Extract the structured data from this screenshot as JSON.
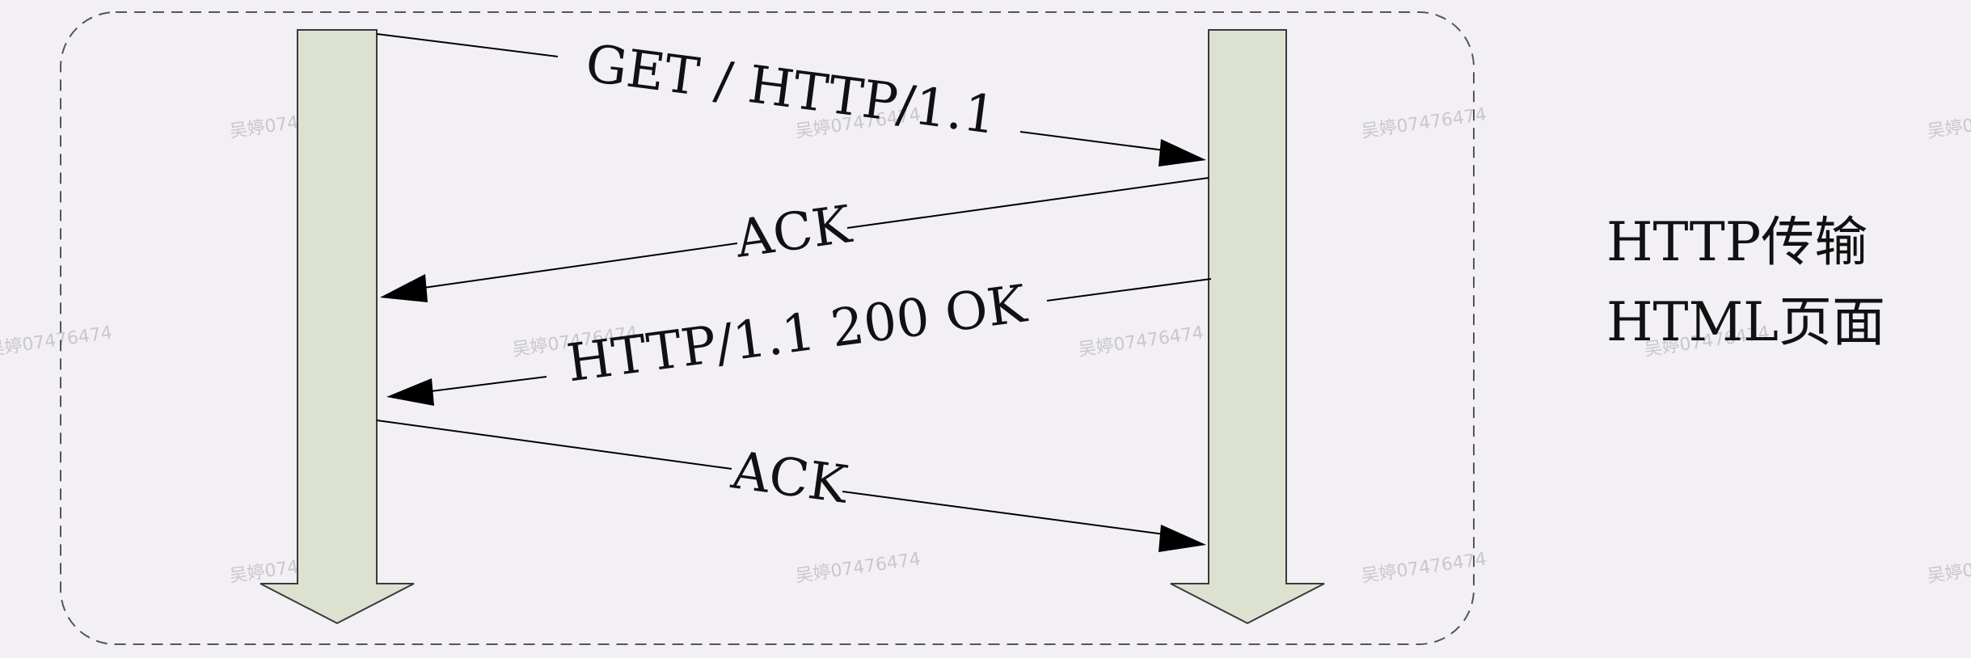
{
  "diagram": {
    "title_lines": [
      "HTTP传输",
      "HTML页面"
    ],
    "messages": [
      {
        "label": "GET / HTTP/1.1",
        "direction": "right"
      },
      {
        "label": "ACK",
        "direction": "left"
      },
      {
        "label": "HTTP/1.1 200 OK",
        "direction": "left"
      },
      {
        "label": "ACK",
        "direction": "right"
      }
    ],
    "watermark_text": "吴婷07476474",
    "colors": {
      "background": "#f2f0f5",
      "lifeline_fill": "#dde1d0",
      "lifeline_stroke": "#3a3a3a",
      "arrow": "#000000",
      "frame_dash": "#555555"
    }
  }
}
